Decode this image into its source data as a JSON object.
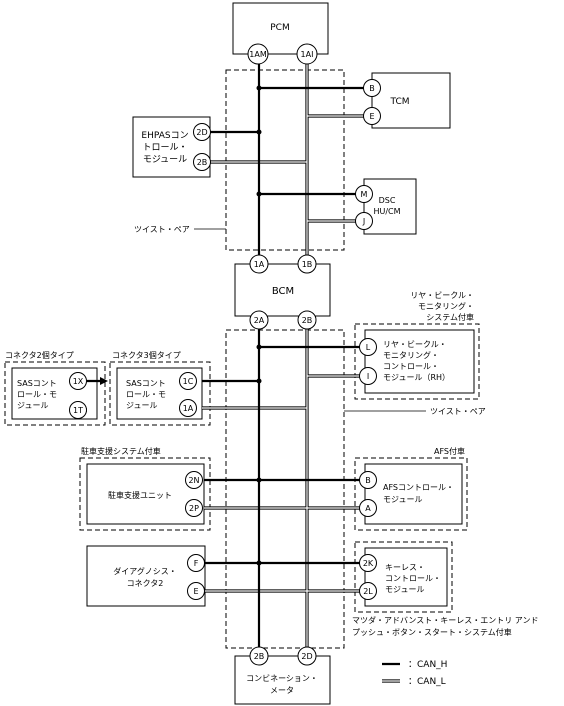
{
  "modules": {
    "pcm": "PCM",
    "tcm": "TCM",
    "ehpas": [
      "EHPASコン",
      "トロール・",
      "モジュール"
    ],
    "dsc": [
      "DSC",
      "HU/CM"
    ],
    "bcm": "BCM",
    "rvm": [
      "リヤ・ビークル・",
      "モニタリング・",
      "コントロール・",
      "モジュール（RH）"
    ],
    "sas3": [
      "SASコント",
      "ロール・モ",
      "ジュール"
    ],
    "sas2": [
      "SASコント",
      "ロール・モ",
      "ジュール"
    ],
    "parking": "駐車支援ユニット",
    "afs": [
      "AFSコントロール・",
      "モジュール"
    ],
    "diag": [
      "ダイアグノシス・",
      "コネクタ2"
    ],
    "keyless": [
      "キーレス・",
      "コントロール・",
      "モジュール"
    ],
    "combi": [
      "コンビネーション・",
      "メータ"
    ]
  },
  "pins": {
    "pcm_h": "1AM",
    "pcm_l": "1AI",
    "tcm_h": "B",
    "tcm_l": "E",
    "ehpas_h": "2D",
    "ehpas_l": "2B",
    "dsc_h": "M",
    "dsc_l": "J",
    "bcm_top_h": "1A",
    "bcm_top_l": "1B",
    "bcm_bot_h": "2A",
    "bcm_bot_l": "2B",
    "rvm_h": "L",
    "rvm_l": "I",
    "sas3_h": "1C",
    "sas3_l": "1A",
    "sas2_h": "1X",
    "sas2_l": "1T",
    "park_h": "2N",
    "park_l": "2P",
    "afs_h": "B",
    "afs_l": "A",
    "diag_h": "F",
    "diag_l": "E",
    "key_h": "2K",
    "key_l": "2L",
    "combi_h": "2B",
    "combi_l": "2D"
  },
  "labels": {
    "twist_pair_1": "ツイスト・ペア",
    "twist_pair_2": "ツイスト・ペア",
    "rvm_option": [
      "リヤ・ビークル・",
      "モニタリング・",
      "システム付車"
    ],
    "sas2_type": "コネクタ2個タイプ",
    "sas3_type": "コネクタ3個タイプ",
    "parking_option": "駐車支援システム付車",
    "afs_option": "AFS付車",
    "keyless_option": [
      "マツダ・アドバンスト・キーレス・エントリ アンド",
      "プッシュ・ボタン・スタート・システム付車"
    ]
  },
  "legend": {
    "can_h": "：CAN_H",
    "can_l": "：CAN_L"
  }
}
